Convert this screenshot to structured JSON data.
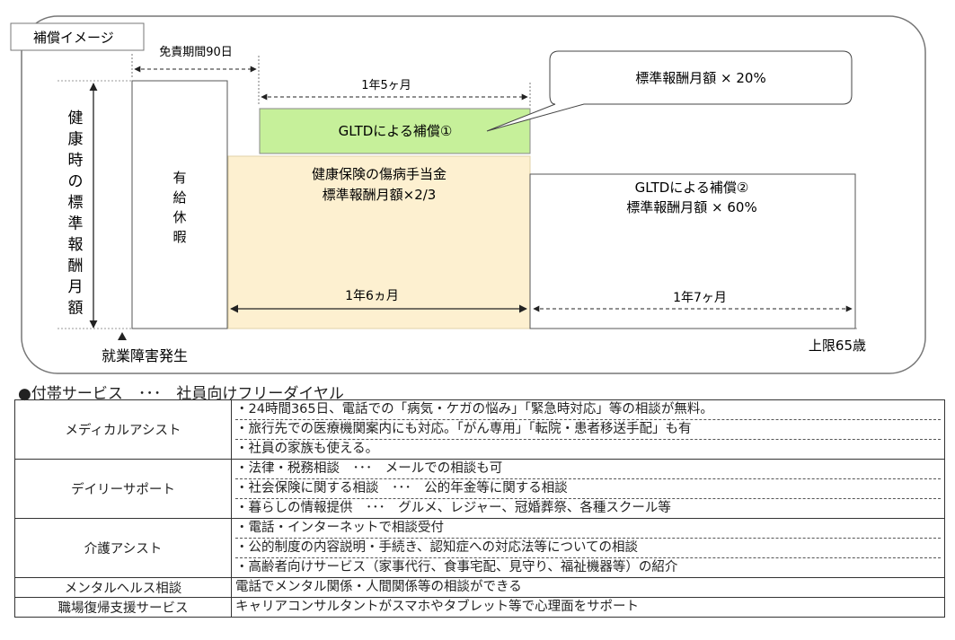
{
  "image_title": "補償イメージ",
  "diagram": {
    "waiting_period": "免責期間90日",
    "gltd1_period": "1年5ヶ月",
    "callout": "標準報酬月額 × 20%",
    "gltd1": "GLTDによる補償①",
    "y_label": "健康時の標準報酬月額",
    "paid_leave": "有給休暇",
    "sickness": {
      "line1": "健康保険の傷病手当金",
      "line2": "標準報酬月額×2/3"
    },
    "gltd2": {
      "line1": "GLTDによる補償②",
      "line2": "標準報酬月額 × 60%"
    },
    "sickness_period": "1年6ヵ月",
    "gltd2_period": "1年7ヶ月",
    "disability_start": "就業障害発生",
    "upper_limit": "上限65歳",
    "colors": {
      "gltd1_fill": "#c6f09a",
      "sickness_fill": "#fdf0d0",
      "border": "#555555"
    }
  },
  "services_title": "●付帯サービス　･･･　社員向けフリーダイヤル",
  "services": [
    {
      "category": "メディカルアシスト",
      "items": [
        "・24時間365日、電話での「病気・ケガの悩み」「緊急時対応」等の相談が無料。",
        "・旅行先での医療機関案内にも対応。「がん専用」「転院・患者移送手配」も有",
        "・社員の家族も使える。"
      ]
    },
    {
      "category": "デイリーサポート",
      "items": [
        "・法律・税務相談　･･･　メールでの相談も可",
        "・社会保険に関する相談　･･･　公的年金等に関する相談",
        "・暮らしの情報提供　･･･　グルメ、レジャー、冠婚葬祭、各種スクール等"
      ]
    },
    {
      "category": "介護アシスト",
      "items": [
        "・電話・インターネットで相談受付",
        "・公的制度の内容説明・手続き、認知症への対応法等についての相談",
        "・高齢者向けサービス（家事代行、食事宅配、見守り、福祉機器等）の紹介"
      ]
    },
    {
      "category": "メンタルヘルス相談",
      "items": [
        "電話でメンタル関係・人間関係等の相談ができる"
      ]
    },
    {
      "category": "職場復帰支援サービス",
      "items": [
        "キャリアコンサルタントがスマホやタブレット等で心理面をサポート"
      ]
    }
  ]
}
